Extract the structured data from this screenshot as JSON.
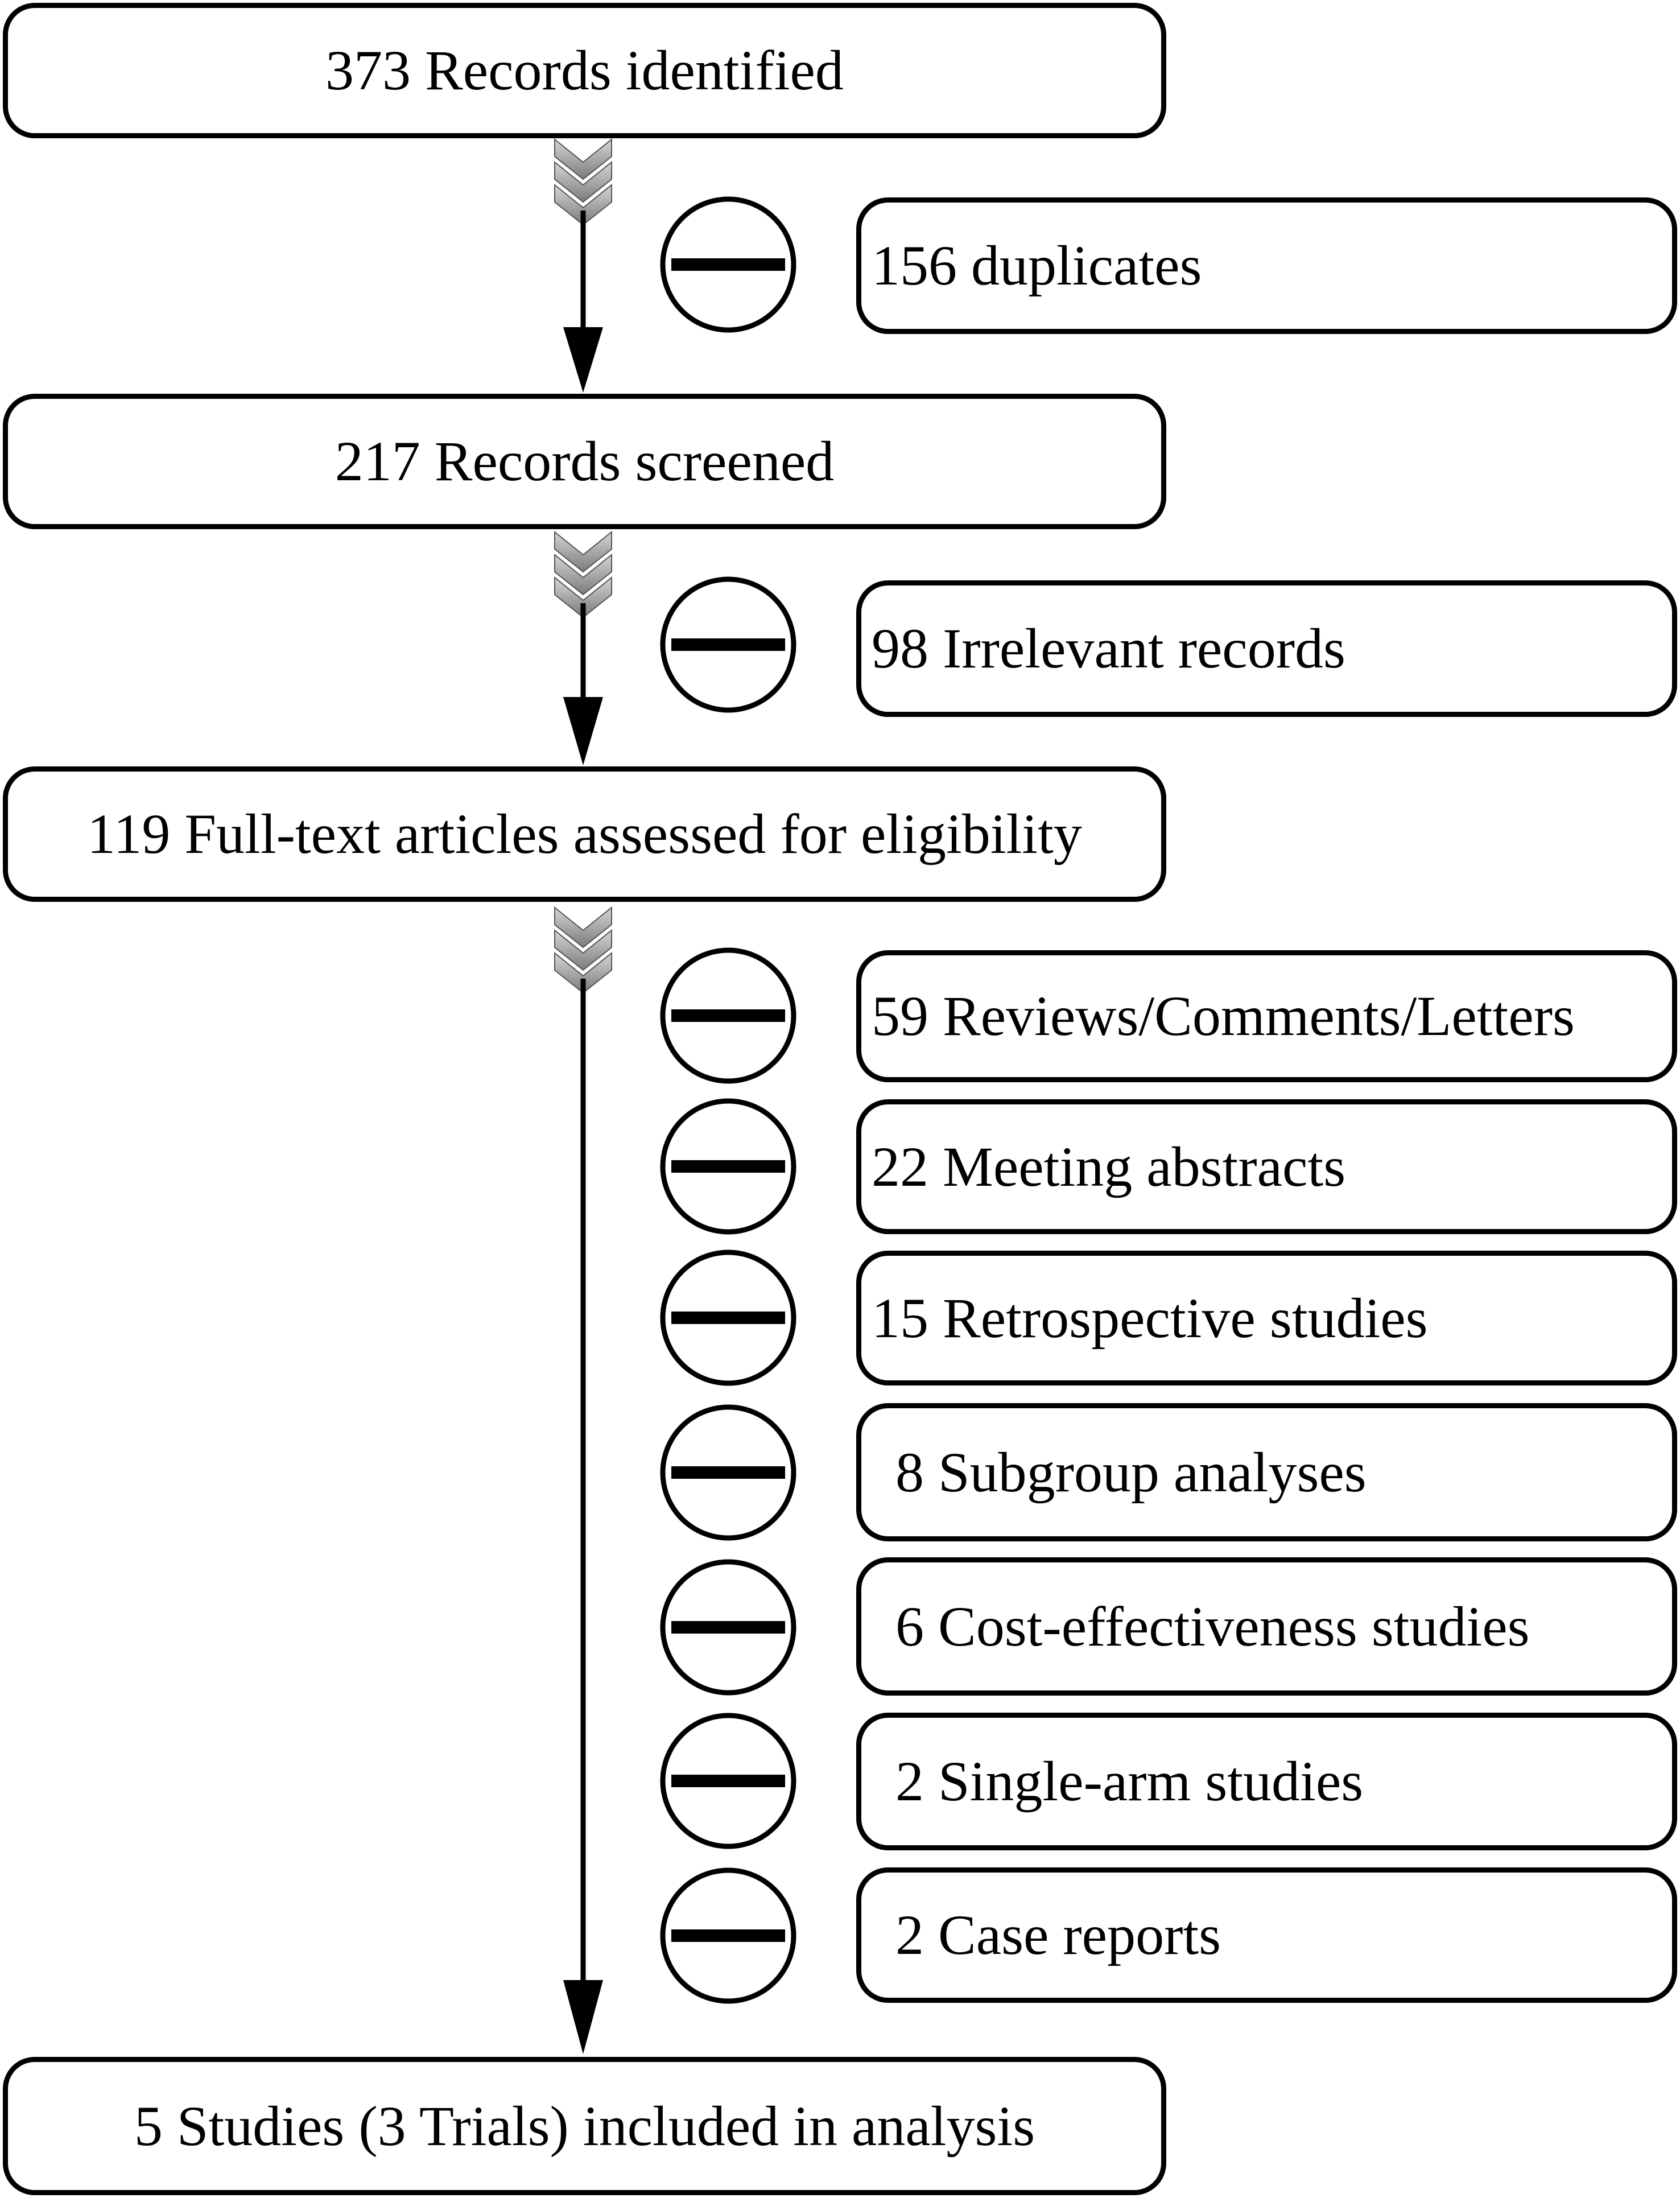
{
  "main_flow": [
    {
      "text": "373 Records identified"
    },
    {
      "text": "217 Records screened"
    },
    {
      "text": "119 Full-text articles assessed for eligibility"
    },
    {
      "text": "5 Studies (3 Trials) included in analysis"
    }
  ],
  "exclusions_stage1": [
    {
      "text": "156 duplicates"
    }
  ],
  "exclusions_stage2": [
    {
      "text": "98 Irrelevant records"
    }
  ],
  "exclusions_stage3": [
    {
      "text": "59 Reviews/Comments/Letters"
    },
    {
      "text": "22 Meeting abstracts"
    },
    {
      "text": "15 Retrospective studies"
    },
    {
      "text": "8 Subgroup analyses"
    },
    {
      "text": "6 Cost-effectiveness studies"
    },
    {
      "text": "2 Single-arm studies"
    },
    {
      "text": "2 Case reports"
    }
  ]
}
